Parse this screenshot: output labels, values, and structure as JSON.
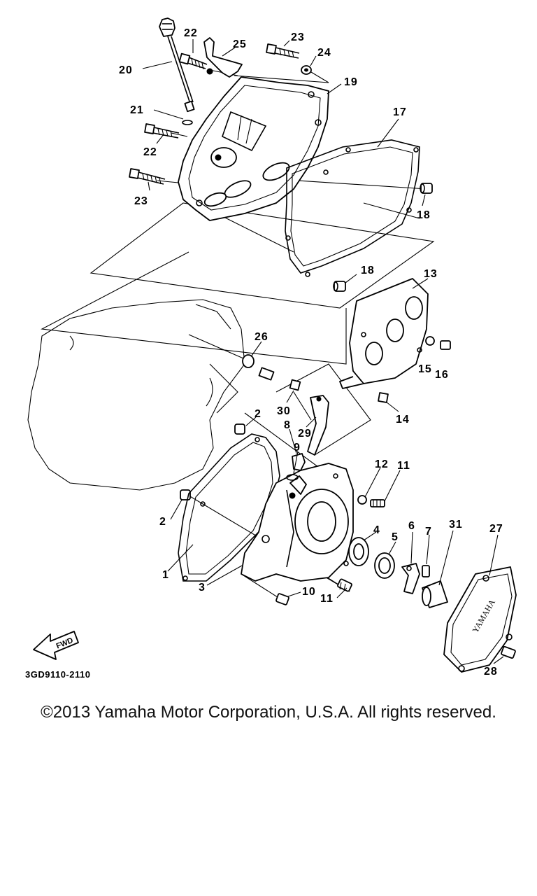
{
  "diagram": {
    "code": "3GD9110-2110",
    "fwd_label": "FWD",
    "brand_mark": "YAMAHA",
    "callouts": [
      "22",
      "25",
      "23",
      "24",
      "20",
      "19",
      "21",
      "22",
      "17",
      "23",
      "18",
      "18",
      "13",
      "26",
      "15",
      "16",
      "30",
      "2",
      "8",
      "29",
      "14",
      "9",
      "12",
      "11",
      "4",
      "5",
      "6",
      "7",
      "31",
      "27",
      "2",
      "1",
      "3",
      "10",
      "11",
      "28"
    ]
  },
  "footer": {
    "copyright": "©2013 Yamaha Motor Corporation, U.S.A. All rights reserved."
  }
}
